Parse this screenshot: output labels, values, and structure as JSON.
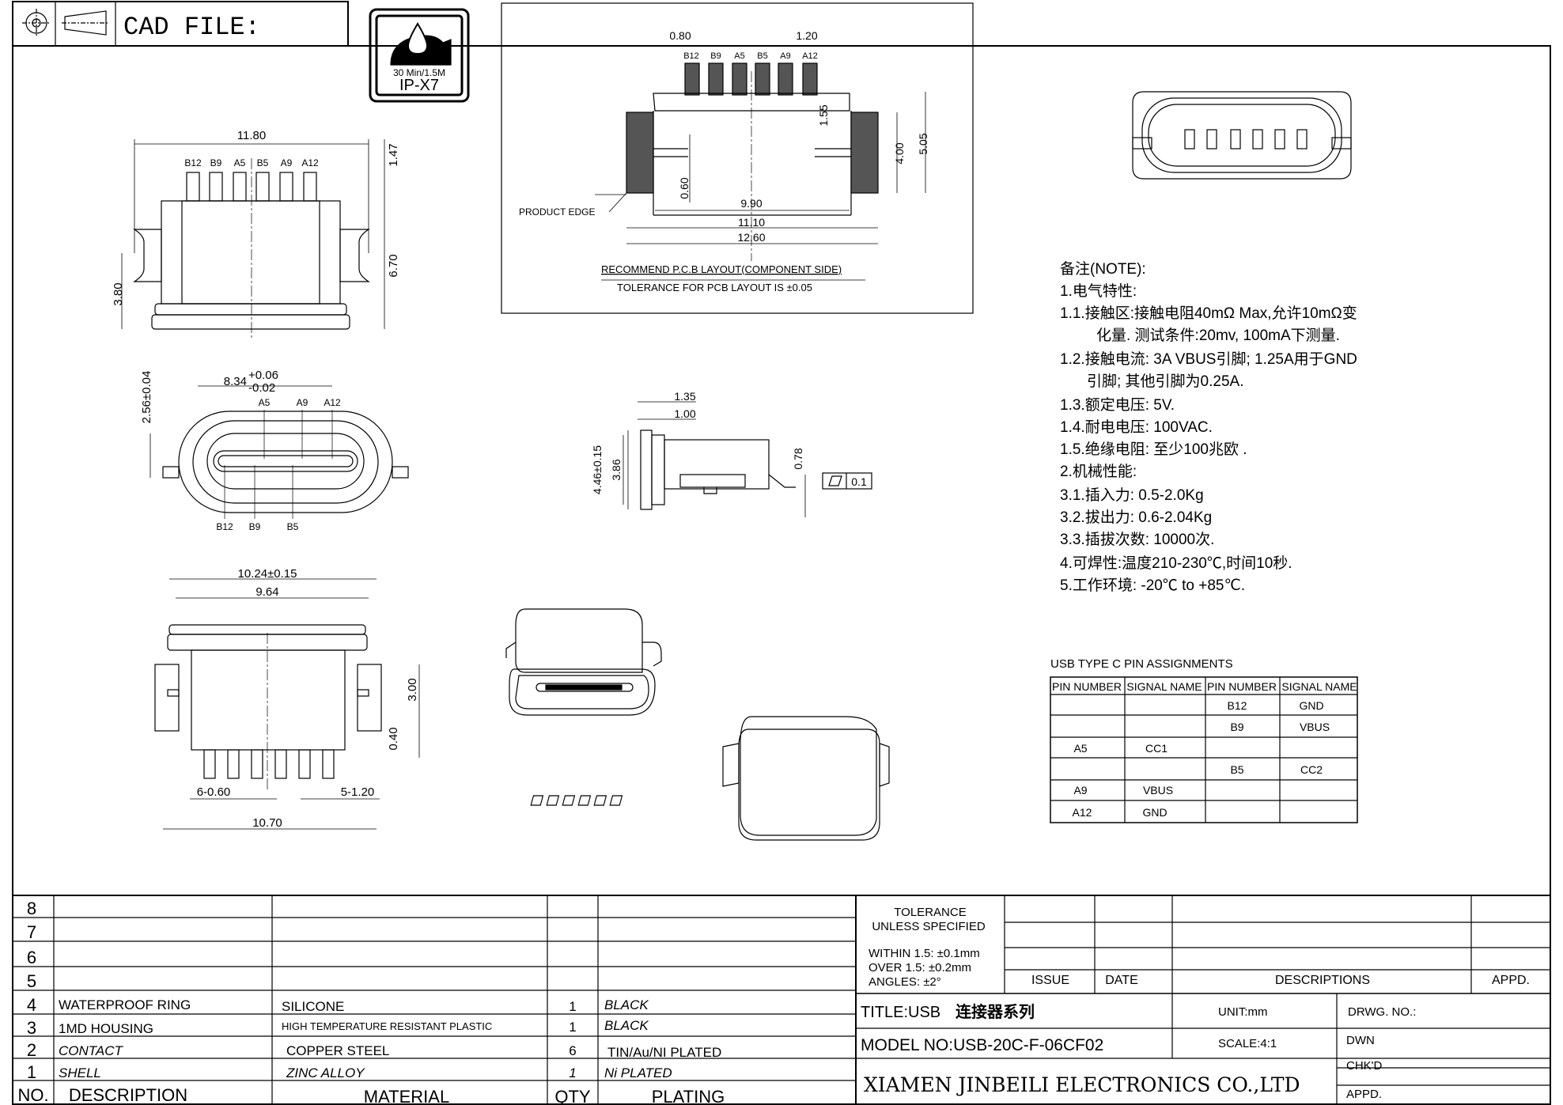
{
  "header": {
    "cad_file_label": "CAD FILE:"
  },
  "ip_badge": {
    "line1": "30 Min/1.5M",
    "line2": "IP-X7"
  },
  "top_view": {
    "width_dim": "11.80",
    "pin_labels": [
      "B12",
      "B9",
      "A5",
      "B5",
      "A9",
      "A12"
    ],
    "dim_top": "1.47",
    "dim_right": "6.70",
    "dim_left": "3.80"
  },
  "pcb_layout": {
    "pitch_left": "0.80",
    "pitch_right": "1.20",
    "pin_labels": [
      "B12",
      "B9",
      "A5",
      "B5",
      "A9",
      "A12"
    ],
    "dim_155": "1.55",
    "dim_400": "4.00",
    "dim_505": "5.05",
    "dim_060": "0.60",
    "dim_990": "9.90",
    "dim_1110": "11.10",
    "dim_1260": "12.60",
    "product_edge": "PRODUCT EDGE",
    "caption1": "RECOMMEND P.C.B LAYOUT(COMPONENT SIDE)",
    "caption2": "TOLERANCE FOR PCB LAYOUT IS ±0.05"
  },
  "front_view": {
    "width_main": "8.34",
    "tol_plus": "+0.06",
    "tol_minus": "-0.02",
    "height": "2.56±0.04",
    "top_pins": [
      "A5",
      "A9",
      "A12"
    ],
    "bottom_pins": [
      "B12",
      "B9",
      "B5"
    ]
  },
  "side_view": {
    "d135": "1.35",
    "d100": "1.00",
    "d446": "4.46±0.15",
    "d386": "3.86",
    "d078": "0.78",
    "flatness": "0.1"
  },
  "bottom_view": {
    "w1024": "10.24±0.15",
    "w964": "9.64",
    "h300": "3.00",
    "h040": "0.40",
    "pitch_left": "6-0.60",
    "pitch_right": "5-1.20",
    "w1070": "10.70"
  },
  "notes": {
    "title": "备注(NOTE):",
    "lines": [
      "1.电气特性:",
      "1.1.接触区:接触电阻40mΩ Max,允许10mΩ变",
      "化量. 测试条件:20mv, 100mA下测量.",
      "1.2.接触电流: 3A VBUS引脚; 1.25A用于GND",
      "引脚; 其他引脚为0.25A.",
      "1.3.额定电压: 5V.",
      "1.4.耐电电压: 100VAC.",
      "1.5.绝缘电阻: 至少100兆欧 .",
      "2.机械性能:",
      "3.1.插入力: 0.5-2.0Kg",
      "3.2.拔出力: 0.6-2.04Kg",
      "3.3.插拔次数: 10000次.",
      "4.可焊性:温度210-230℃,时间10秒.",
      "5.工作环境: -20℃ to +85℃."
    ]
  },
  "pin_table": {
    "title": "USB TYPE C PIN ASSIGNMENTS",
    "headers": [
      "PIN NUMBER",
      "SIGNAL NAME",
      "PIN NUMBER",
      "SIGNAL NAME"
    ],
    "rows": [
      [
        "",
        "",
        "B12",
        "GND"
      ],
      [
        "",
        "",
        "B9",
        "VBUS"
      ],
      [
        "A5",
        "CC1",
        "",
        ""
      ],
      [
        "",
        "",
        "B5",
        "CC2"
      ],
      [
        "A9",
        "VBUS",
        "",
        ""
      ],
      [
        "A12",
        "GND",
        "",
        ""
      ]
    ]
  },
  "bom": {
    "rows": [
      {
        "no": "8",
        "desc": "",
        "material": "",
        "qty": "",
        "plating": ""
      },
      {
        "no": "7",
        "desc": "",
        "material": "",
        "qty": "",
        "plating": ""
      },
      {
        "no": "6",
        "desc": "",
        "material": "",
        "qty": "",
        "plating": ""
      },
      {
        "no": "5",
        "desc": "",
        "material": "",
        "qty": "",
        "plating": ""
      },
      {
        "no": "4",
        "desc": "WATERPROOF RING",
        "material": "SILICONE",
        "qty": "1",
        "plating": "BLACK"
      },
      {
        "no": "3",
        "desc": "1MD HOUSING",
        "material": "HIGH TEMPERATURE RESISTANT PLASTIC",
        "qty": "1",
        "plating": "BLACK"
      },
      {
        "no": "2",
        "desc": "CONTACT",
        "material": "COPPER STEEL",
        "qty": "6",
        "plating": "TIN/Au/NI PLATED"
      },
      {
        "no": "1",
        "desc": "SHELL",
        "material": "ZINC ALLOY",
        "qty": "1",
        "plating": "Ni PLATED"
      }
    ],
    "headers": {
      "no": "NO.",
      "desc": "DESCRIPTION",
      "material": "MATERIAL",
      "qty": "QTY",
      "plating": "PLATING"
    }
  },
  "title_block": {
    "tol1": "TOLERANCE",
    "tol2": "UNLESS SPECIFIED",
    "tol3": "WITHIN 1.5: ±0.1mm",
    "tol4": "OVER 1.5: ±0.2mm",
    "tol5": "ANGLES: ±2°",
    "issue": "ISSUE",
    "date": "DATE",
    "descriptions": "DESCRIPTIONS",
    "appd_top": "APPD.",
    "title_prefix": "TITLE:USB",
    "title_cn": "连接器系列",
    "unit": "UNIT:mm",
    "drwg_no": "DRWG. NO.:",
    "model_no": "MODEL NO:USB-20C-F-06CF02",
    "scale": "SCALE:4:1",
    "dwn": "DWN",
    "chkd": "CHK'D",
    "appd": "APPD.",
    "company": "XIAMEN JINBEILI ELECTRONICS CO.,LTD"
  }
}
